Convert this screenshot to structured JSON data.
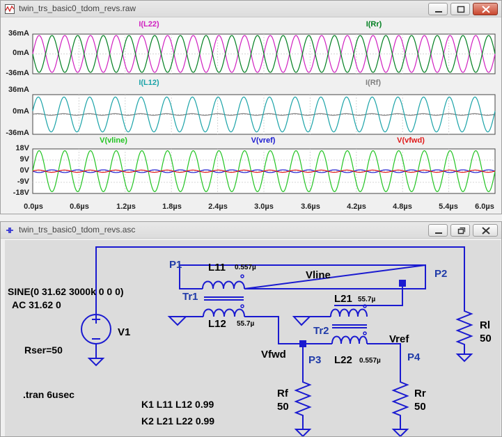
{
  "waveform_window": {
    "title": "twin_trs_basic0_tdom_revs.raw",
    "panes": [
      {
        "y_ticks": [
          "36mA",
          "0mA",
          "-36mA"
        ],
        "traces": [
          {
            "label": "I(L22)",
            "color": "#d020c0"
          },
          {
            "label": "I(Rr)",
            "color": "#007f20"
          }
        ]
      },
      {
        "y_ticks": [
          "36mA",
          "0mA",
          "-36mA"
        ],
        "traces": [
          {
            "label": "I(L12)",
            "color": "#1aa3a8"
          },
          {
            "label": "I(Rf)",
            "color": "#808080"
          }
        ]
      },
      {
        "y_ticks": [
          "18V",
          "9V",
          "0V",
          "-9V",
          "-18V"
        ],
        "traces": [
          {
            "label": "V(vline)",
            "color": "#22c422"
          },
          {
            "label": "V(vref)",
            "color": "#1a1ad0"
          },
          {
            "label": "V(vfwd)",
            "color": "#e01818"
          }
        ]
      }
    ],
    "x_ticks": [
      "0.0µs",
      "0.6µs",
      "1.2µs",
      "1.8µs",
      "2.4µs",
      "3.0µs",
      "3.6µs",
      "4.2µs",
      "4.8µs",
      "5.4µs",
      "6.0µs"
    ]
  },
  "schematic_window": {
    "title": "twin_trs_basic0_tdom_revs.asc",
    "source_spec_line1": "SINE(0 31.62 3000k 0 0 0)",
    "source_spec_line2": "AC 31.62 0",
    "source_name": "V1",
    "source_series_r": "Rser=50",
    "tran_cmd": ".tran 6usec",
    "k1": "K1 L11 L12 0.99",
    "k2": "K2 L21 L22 0.99",
    "port_p1": "P1",
    "port_p2": "P2",
    "port_p3": "P3",
    "port_p4": "P4",
    "net_vline": "Vline",
    "net_vfwd": "Vfwd",
    "net_vref": "Vref",
    "tr1": "Tr1",
    "tr2": "Tr2",
    "l11_name": "L11",
    "l11_value": "0.557µ",
    "l12_name": "L12",
    "l12_value": "55.7µ",
    "l21_name": "L21",
    "l21_value": "55.7µ",
    "l22_name": "L22",
    "l22_value": "0.557µ",
    "rl_name": "Rl",
    "rl_value": "50",
    "rf_name": "Rf",
    "rf_value": "50",
    "rr_name": "Rr",
    "rr_value": "50"
  },
  "colors": {
    "schematic_bg": "#dcdcdc",
    "wire": "#1a1ad0",
    "net_label": "#1f3aa8",
    "plot_bg": "#ffffff",
    "grid": "#d4d4d4"
  }
}
